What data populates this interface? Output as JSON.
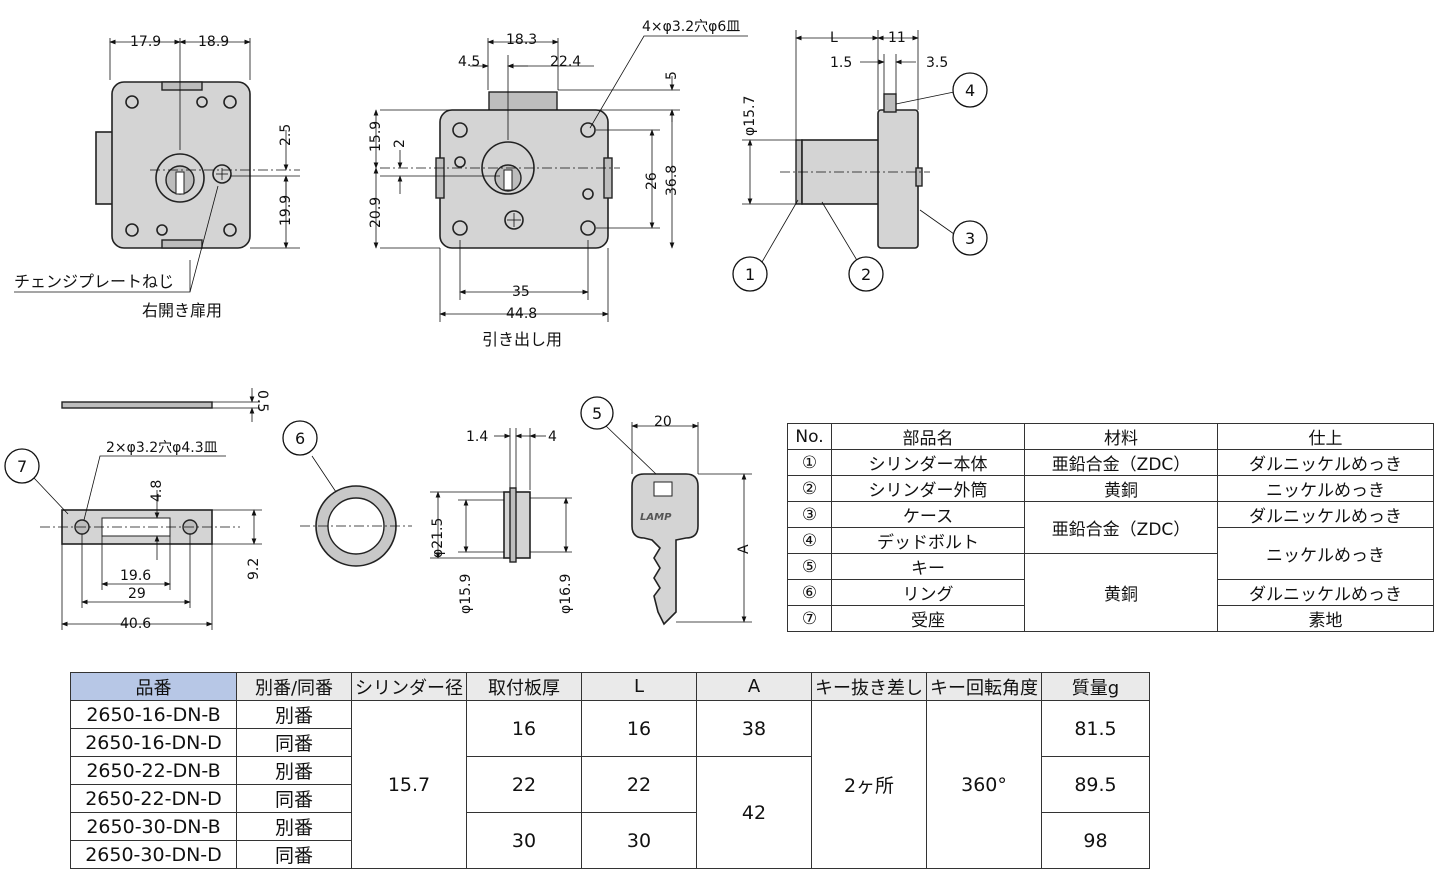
{
  "figure": {
    "front_dims": {
      "w1": "17.9",
      "w2": "18.9",
      "h1": "2.5",
      "h2": "19.9"
    },
    "front_label_screw": "チェンジプレートねじ",
    "front_label_door": "右開き扉用",
    "drawer_dims": {
      "top1": "18.3",
      "top2": "4.5",
      "top3": "22.4",
      "hole": "4×φ3.2穴φ6皿",
      "v5": "5",
      "l159": "15.9",
      "l2": "2",
      "l209": "20.9",
      "r26": "26",
      "r368": "36.8",
      "b35": "35",
      "b448": "44.8"
    },
    "drawer_label": "引き出し用",
    "side_dims": {
      "L": "L",
      "d11": "11",
      "d15": "1.5",
      "d35": "3.5",
      "phi": "φ15.7"
    },
    "strike_dims": {
      "t05": "0.5",
      "hole": "2×φ3.2穴φ4.3皿",
      "d48": "4.8",
      "d196": "19.6",
      "d29": "29",
      "d406": "40.6",
      "d92": "9.2"
    },
    "ring_dims": {
      "d14": "1.4",
      "d4": "4",
      "phi215": "φ21.5",
      "phi159": "φ15.9",
      "phi169": "φ16.9"
    },
    "key_dims": {
      "d20": "20",
      "A": "A",
      "brand": "LAMP"
    },
    "callouts": [
      "1",
      "2",
      "3",
      "4",
      "5",
      "6",
      "7"
    ]
  },
  "parts_table": {
    "headers": [
      "No.",
      "部品名",
      "材料",
      "仕上"
    ],
    "rows": [
      {
        "no": "①",
        "name": "シリンダー本体",
        "material": "亜鉛合金（ZDC）",
        "finish": "ダルニッケルめっき"
      },
      {
        "no": "②",
        "name": "シリンダー外筒",
        "material": "黄銅",
        "finish": "ニッケルめっき"
      },
      {
        "no": "③",
        "name": "ケース",
        "material": "亜鉛合金（ZDC）",
        "finish": "ダルニッケルめっき"
      },
      {
        "no": "④",
        "name": "デッドボルト",
        "material": "",
        "finish": "ニッケルめっき"
      },
      {
        "no": "⑤",
        "name": "キー",
        "material": "黄銅",
        "finish": ""
      },
      {
        "no": "⑥",
        "name": "リング",
        "material": "",
        "finish": "ダルニッケルめっき"
      },
      {
        "no": "⑦",
        "name": "受座",
        "material": "",
        "finish": "素地"
      }
    ]
  },
  "spec_table": {
    "headers": [
      "品番",
      "別番/同番",
      "シリンダー径",
      "取付板厚",
      "L",
      "A",
      "キー抜き差し",
      "キー回転角度",
      "質量g"
    ],
    "part_numbers": [
      "2650-16-DN-B",
      "2650-16-DN-D",
      "2650-22-DN-B",
      "2650-22-DN-D",
      "2650-30-DN-B",
      "2650-30-DN-D"
    ],
    "key_type": [
      "別番",
      "同番",
      "別番",
      "同番",
      "別番",
      "同番"
    ],
    "cylinder": "15.7",
    "thickness": [
      "16",
      "22",
      "30"
    ],
    "L": [
      "16",
      "22",
      "30"
    ],
    "A": [
      "38",
      "42"
    ],
    "key_pos": "2ヶ所",
    "rotation": "360°",
    "mass": [
      "81.5",
      "89.5",
      "98"
    ]
  }
}
